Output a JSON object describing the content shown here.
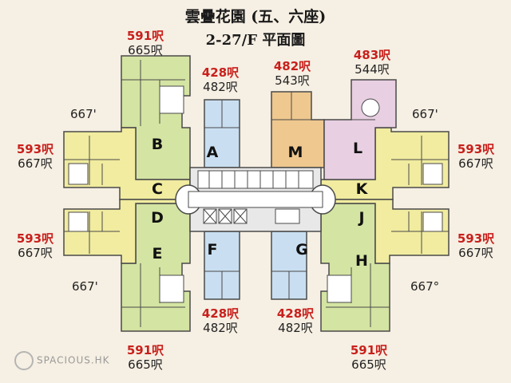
{
  "title": "雲疊花園 (五、六座)",
  "subtitle": "2-27/F 平面圖",
  "units": [
    {
      "id": "A",
      "sale": "428呎",
      "gross": "482呎"
    },
    {
      "id": "B",
      "sale": "591呎",
      "gross": "665呎"
    },
    {
      "id": "C",
      "sale": "593呎",
      "gross": "667呎"
    },
    {
      "id": "D",
      "sale": "593呎",
      "gross": "667呎"
    },
    {
      "id": "E",
      "sale": "591呎",
      "gross": "665呎"
    },
    {
      "id": "F",
      "sale": "428呎",
      "gross": "482呎"
    },
    {
      "id": "G",
      "sale": "428呎",
      "gross": "482呎"
    },
    {
      "id": "H",
      "sale": "591呎",
      "gross": "665呎"
    },
    {
      "id": "J",
      "sale": "593呎",
      "gross": "667呎"
    },
    {
      "id": "K",
      "sale": "593呎",
      "gross": "667呎"
    },
    {
      "id": "L",
      "sale": "483呎",
      "gross": "544呎"
    },
    {
      "id": "M",
      "sale": "482呎",
      "gross": "543呎"
    }
  ],
  "side_notes": {
    "tl": "667'",
    "tr": "667'",
    "bl": "667'",
    "br": "667°"
  },
  "watermark": "SPACIOUS.HK",
  "colors": {
    "green": "#d4e4a2",
    "yellow": "#f1ec9f",
    "blue": "#c9dff1",
    "orange": "#efc88f",
    "pink": "#e8cfe2",
    "core": "#e8e8e8",
    "line": "#4a4a4a"
  }
}
